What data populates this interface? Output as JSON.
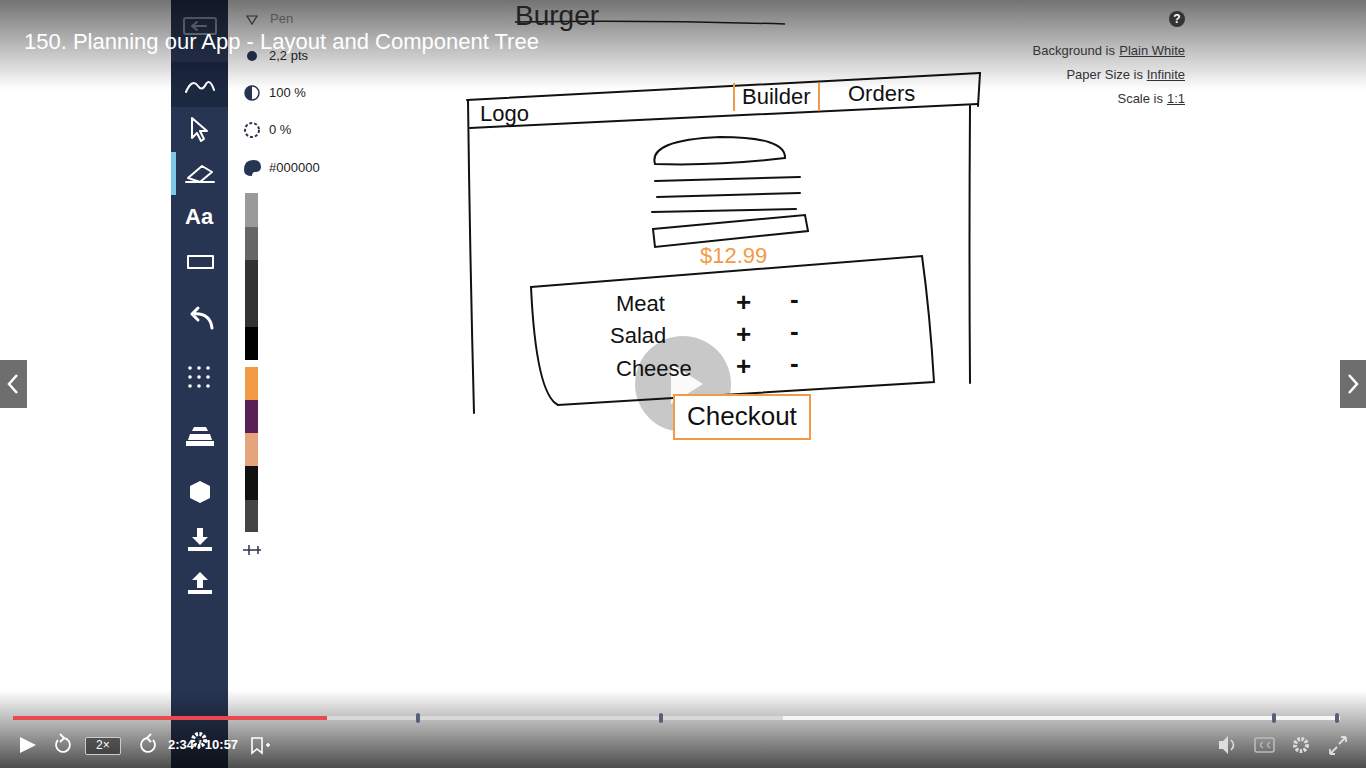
{
  "diagram": {
    "title": "150. Planning our App - Layout and Component Tree",
    "nodes": [
      {
        "text": [
          "Logo"
        ]
      },
      {
        "text": [
          "Builder"
        ],
        "in": 0
      },
      {
        "text": [
          "Orders"
        ],
        "in": 0
      },
      {
        "text": [
          "Meat",
          "+",
          "-",
          "Salad",
          "+",
          "-",
          "Cheese",
          "+",
          "-"
        ]
      },
      {
        "text": [
          "Checkout"
        ]
      }
    ],
    "labels": [
      "Burger",
      "$12.99",
      "Pen",
      "2,2 pts",
      "100 %",
      "0 %",
      "#000000",
      "Aa",
      "?",
      "Background is",
      "Plain White",
      "Paper Size is",
      "Infinite",
      "Scale is",
      "1:1",
      "2×",
      "2:34 / 10:57"
    ]
  }
}
